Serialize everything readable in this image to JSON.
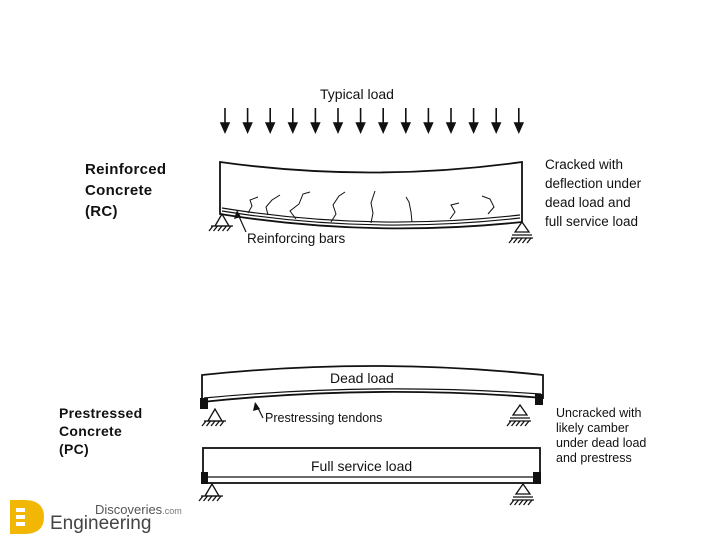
{
  "top": {
    "load_label": "Typical load",
    "type_label": [
      "Reinforced",
      "Concrete",
      "(RC)"
    ],
    "note": [
      "Cracked with",
      "deflection under",
      "dead load and",
      "full service load"
    ],
    "bars_label": "Reinforcing bars"
  },
  "bottom": {
    "type_label": [
      "Prestressed",
      "Concrete",
      "(PC)"
    ],
    "dead_label": "Dead load",
    "tendon_label": "Prestressing tendons",
    "service_label": "Full service load",
    "note": [
      "Uncracked with",
      "likely camber",
      "under dead load",
      "and prestress"
    ]
  },
  "logo": {
    "top_text": "Discoveries",
    "domain": ".com",
    "bottom_text": "Engineering",
    "color": "#f2b705"
  }
}
